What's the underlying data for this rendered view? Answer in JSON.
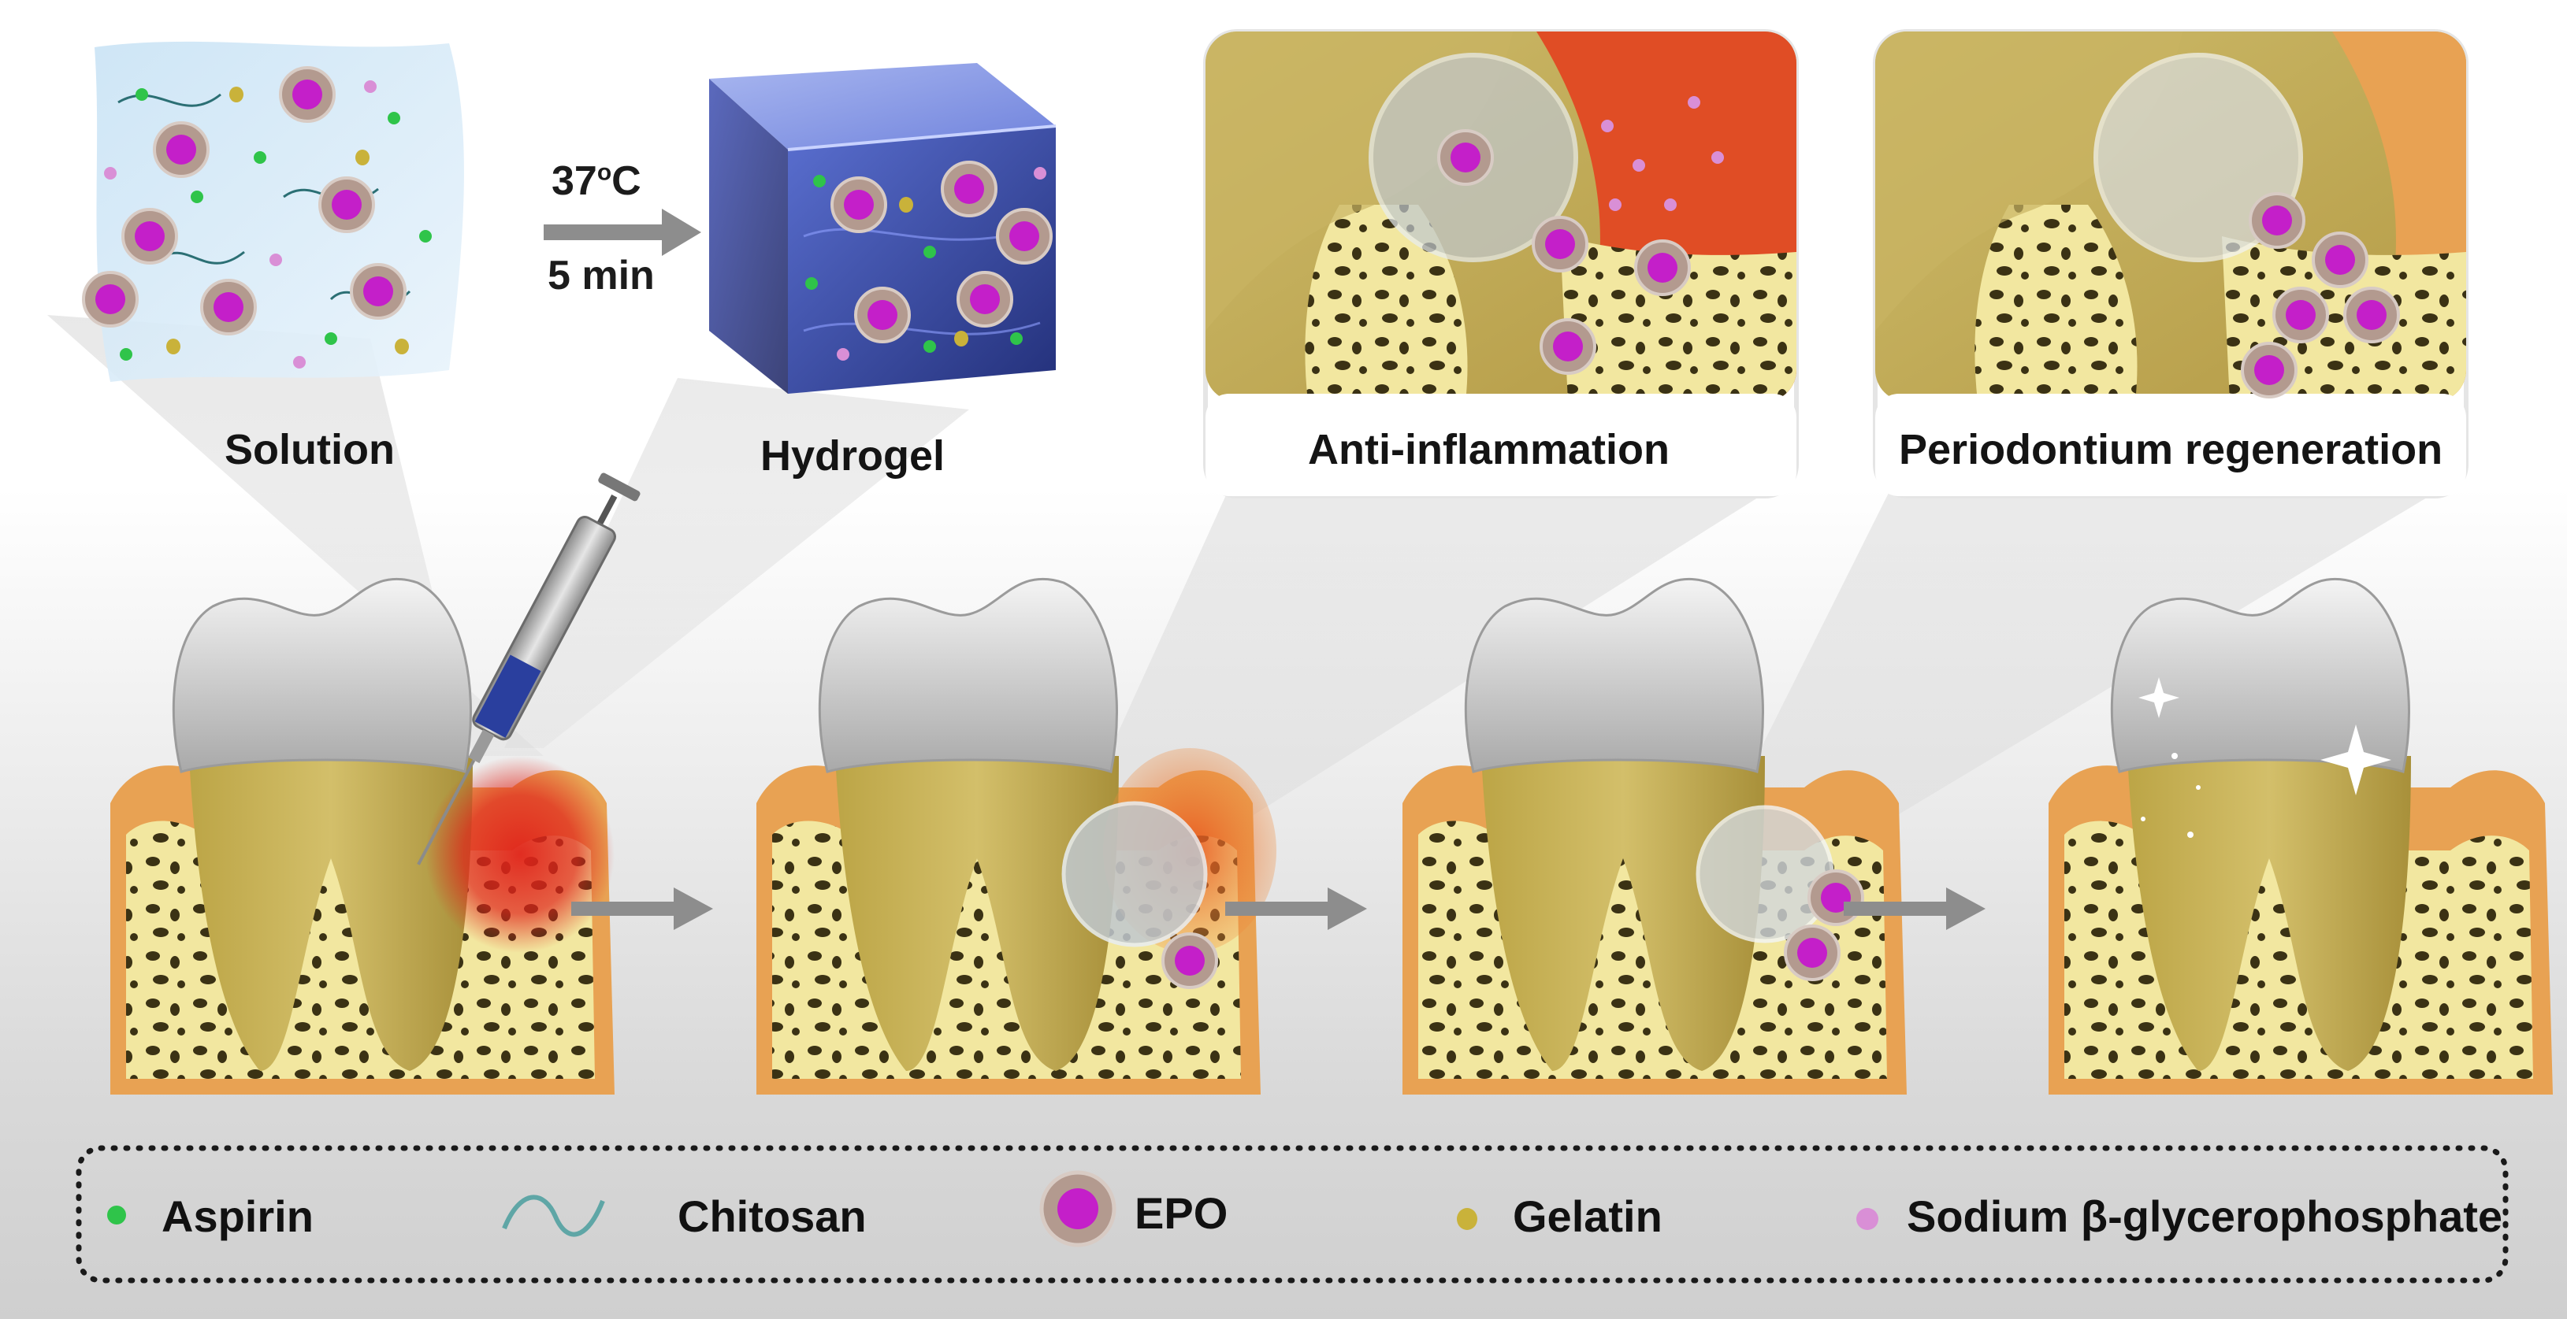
{
  "top": {
    "solution_label": "Solution",
    "hydrogel_label": "Hydrogel",
    "temperature_value": "37",
    "temperature_degree": "o",
    "temperature_unit": "C",
    "time_label": "5 min"
  },
  "insets": {
    "anti_inflammation_label": "Anti-inflammation",
    "regeneration_label": "Periodontium regeneration"
  },
  "legend": {
    "aspirin": "Aspirin",
    "chitosan": "Chitosan",
    "epo": "EPO",
    "gelatin": "Gelatin",
    "sodium": "Sodium β-glycerophosphate"
  },
  "colors": {
    "aspirin": "#2fc44a",
    "chitosan": "#5fa6a6",
    "epo_core": "#c41fc9",
    "gelatin": "#c9b23a",
    "sodium": "#d98fd6",
    "inflammation": "#e0231a",
    "gum": "#e8a253",
    "bone": "#f2e7a0",
    "dentin": "#c7b25a",
    "enamel": "#e3e3e3"
  }
}
